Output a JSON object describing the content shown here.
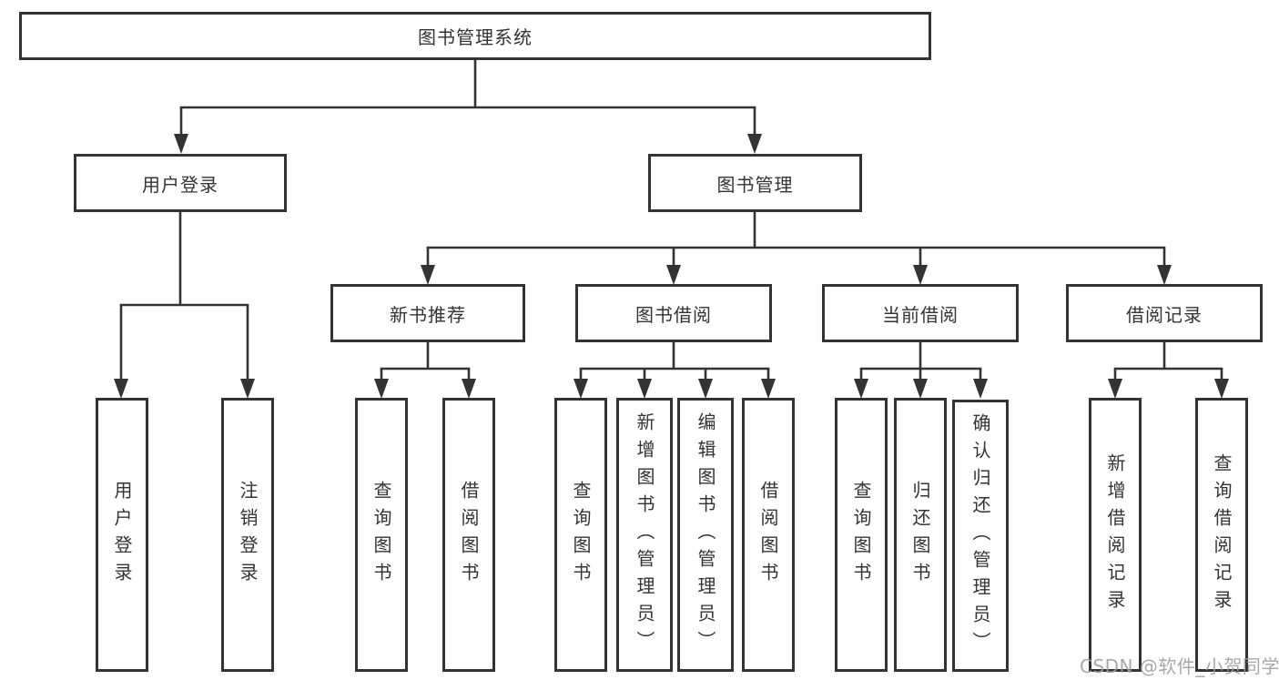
{
  "diagram": {
    "root": {
      "label": "图书管理系统"
    },
    "level2": [
      {
        "id": "user-login",
        "label": "用户登录"
      },
      {
        "id": "book-management",
        "label": "图书管理"
      }
    ],
    "level3": [
      {
        "id": "new-book-recommend",
        "label": "新书推荐"
      },
      {
        "id": "book-borrowing",
        "label": "图书借阅"
      },
      {
        "id": "current-borrowing",
        "label": "当前借阅"
      },
      {
        "id": "borrowing-records",
        "label": "借阅记录"
      }
    ],
    "leaves": [
      {
        "id": "user-login-leaf",
        "label": "用户登录"
      },
      {
        "id": "logout",
        "label": "注销登录"
      },
      {
        "id": "query-books-recommend",
        "label": "查询图书"
      },
      {
        "id": "borrow-books-recommend",
        "label": "借阅图书"
      },
      {
        "id": "query-books-borrowing",
        "label": "查询图书"
      },
      {
        "id": "add-book-admin",
        "label": "新增图书（管理员）"
      },
      {
        "id": "edit-book-admin",
        "label": "编辑图书（管理员）"
      },
      {
        "id": "borrow-books-borrowing",
        "label": "借阅图书"
      },
      {
        "id": "query-books-current",
        "label": "查询图书"
      },
      {
        "id": "return-book",
        "label": "归还图书"
      },
      {
        "id": "confirm-return-admin",
        "label": "确认归还（管理员）"
      },
      {
        "id": "add-borrow-record",
        "label": "新增借阅记录"
      },
      {
        "id": "query-borrow-record",
        "label": "查询借阅记录"
      }
    ]
  },
  "watermark": "CSDN @软件_小贺同学",
  "colors": {
    "line": "#333333",
    "box_border": "#333333",
    "text": "#333333",
    "background": "#ffffff",
    "watermark": "#9e9e9e"
  }
}
